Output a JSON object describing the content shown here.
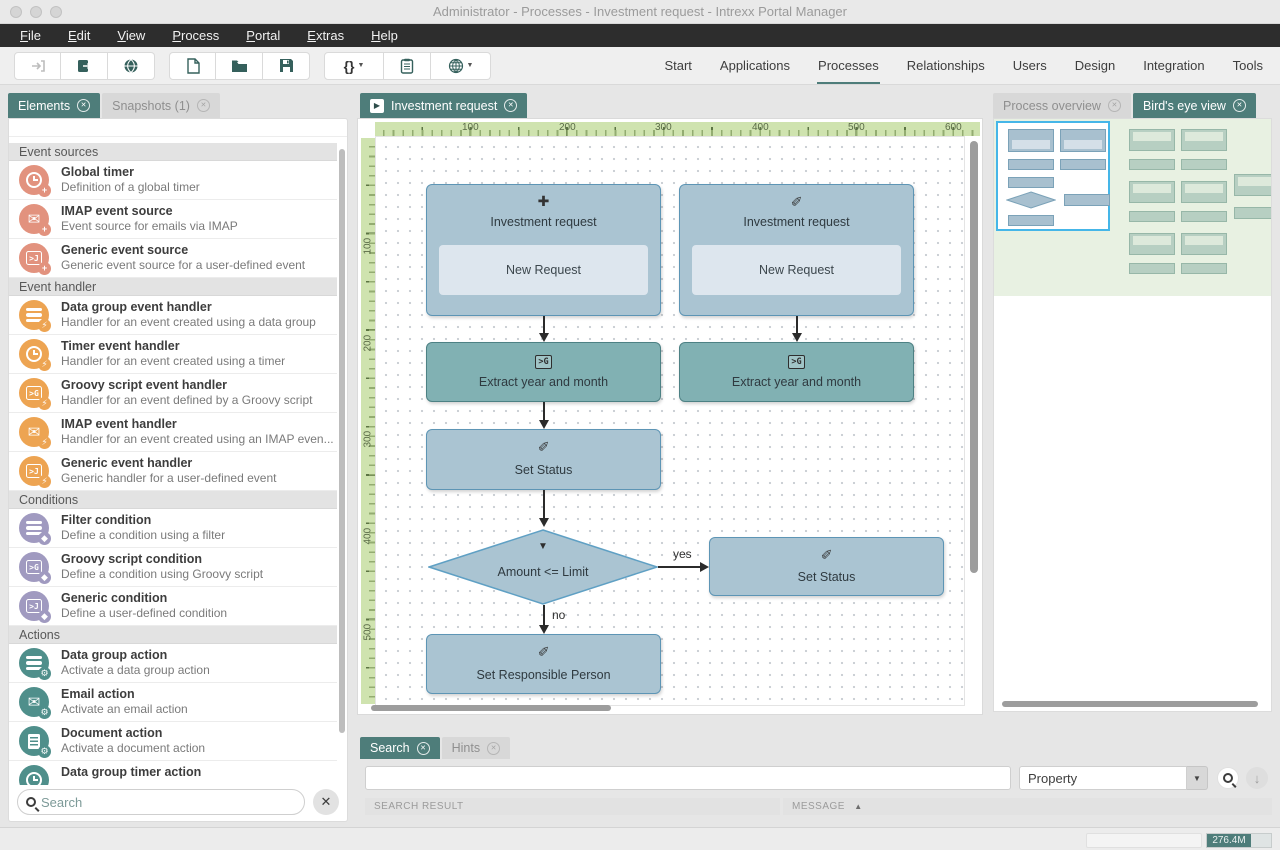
{
  "window": {
    "title": "Administrator - Processes - Investment request - Intrexx Portal Manager"
  },
  "menu": {
    "items": [
      {
        "label": "File"
      },
      {
        "label": "Edit"
      },
      {
        "label": "View"
      },
      {
        "label": "Process"
      },
      {
        "label": "Portal"
      },
      {
        "label": "Extras"
      },
      {
        "label": "Help"
      }
    ]
  },
  "module_tabs": {
    "items": [
      {
        "label": "Start"
      },
      {
        "label": "Applications"
      },
      {
        "label": "Processes"
      },
      {
        "label": "Relationships"
      },
      {
        "label": "Users"
      },
      {
        "label": "Design"
      },
      {
        "label": "Integration"
      },
      {
        "label": "Tools"
      }
    ]
  },
  "icons": {
    "braces": "{}",
    "caret": "▼",
    "close": "✕",
    "play": "▶",
    "plus": "✚",
    "pencil": "✎",
    "filter": "▼",
    "mail": "✉",
    "sort_asc": "▲",
    "down_arrow": "↓",
    "badge_plus": "+",
    "badge_flash": "⚡",
    "badge_diamond": "◆",
    "badge_gear": "⚙"
  },
  "left_panel": {
    "tabs": [
      {
        "label": "Elements"
      },
      {
        "label": "Snapshots (1)"
      }
    ],
    "groups": [
      {
        "title": "Event sources",
        "items": [
          {
            "title": "Global timer",
            "desc": "Definition of a global timer"
          },
          {
            "title": "IMAP event source",
            "desc": "Event source for emails via IMAP"
          },
          {
            "title": "Generic event source",
            "desc": "Generic event source for a user-defined event",
            "code": ">J"
          }
        ]
      },
      {
        "title": "Event handler",
        "items": [
          {
            "title": "Data group event handler",
            "desc": "Handler for an event created using a data group"
          },
          {
            "title": "Timer event handler",
            "desc": "Handler for an event created using a timer"
          },
          {
            "title": "Groovy script event handler",
            "desc": "Handler for an event defined by a Groovy script",
            "code": ">G"
          },
          {
            "title": "IMAP event handler",
            "desc": "Handler for an event created using an IMAP even..."
          },
          {
            "title": "Generic event handler",
            "desc": "Generic handler for a user-defined event",
            "code": ">J"
          }
        ]
      },
      {
        "title": "Conditions",
        "items": [
          {
            "title": "Filter condition",
            "desc": "Define a condition using a filter"
          },
          {
            "title": "Groovy script condition",
            "desc": "Define a condition using Groovy script",
            "code": ">G"
          },
          {
            "title": "Generic condition",
            "desc": "Define a user-defined condition",
            "code": ">J"
          }
        ]
      },
      {
        "title": "Actions",
        "items": [
          {
            "title": "Data group action",
            "desc": "Activate a data group action"
          },
          {
            "title": "Email action",
            "desc": "Activate an email action"
          },
          {
            "title": "Document action",
            "desc": "Activate a document action"
          },
          {
            "title": "Data group timer action",
            "desc": ""
          }
        ]
      }
    ],
    "search": {
      "placeholder": "Search",
      "value": ""
    }
  },
  "canvas": {
    "tab": "Investment request",
    "ruler_h": [
      "100",
      "200",
      "300",
      "400",
      "500",
      "600"
    ],
    "ruler_v": [
      "100",
      "200",
      "300",
      "400",
      "500"
    ],
    "nodes": {
      "start_plus": {
        "label": "Investment request",
        "sub": "New Request"
      },
      "start_edit": {
        "label": "Investment request",
        "sub": "New Request"
      },
      "extract_left": {
        "label": "Extract year and month",
        "icon_text": ">G"
      },
      "extract_right": {
        "label": "Extract year and month",
        "icon_text": ">G"
      },
      "set_status_1": {
        "label": "Set Status"
      },
      "condition": {
        "label": "Amount <= Limit"
      },
      "set_status_2": {
        "label": "Set Status"
      },
      "set_responsible": {
        "label": "Set Responsible Person"
      }
    },
    "edges": {
      "yes": "yes",
      "no": "no"
    }
  },
  "right_panel": {
    "tabs": [
      {
        "label": "Process overview"
      },
      {
        "label": "Bird's eye view"
      }
    ]
  },
  "bottom_panel": {
    "tabs": [
      {
        "label": "Search"
      },
      {
        "label": "Hints"
      }
    ],
    "search_input": {
      "value": "",
      "placeholder": ""
    },
    "filter_dropdown": {
      "value": "Property"
    },
    "result_headers": [
      "SEARCH RESULT",
      "MESSAGE"
    ]
  },
  "status_bar": {
    "memory": "276.4M"
  },
  "colors": {
    "accent_teal": "#4e7d7a",
    "menu_dark": "#2d2d2d",
    "node_light": "#aac4d2",
    "node_light_border": "#5d95b5",
    "node_teal": "#81b1b3",
    "node_teal_border": "#4d8184",
    "node_inner": "#dde6ee",
    "ruler_green": "#cfe3af",
    "minimap_bg": "#e8f1e2",
    "viewport_border": "#45b6e8",
    "event_source": "#e2927e",
    "event_handler": "#eda452",
    "condition": "#a09ac0",
    "action": "#4f8f8b"
  }
}
